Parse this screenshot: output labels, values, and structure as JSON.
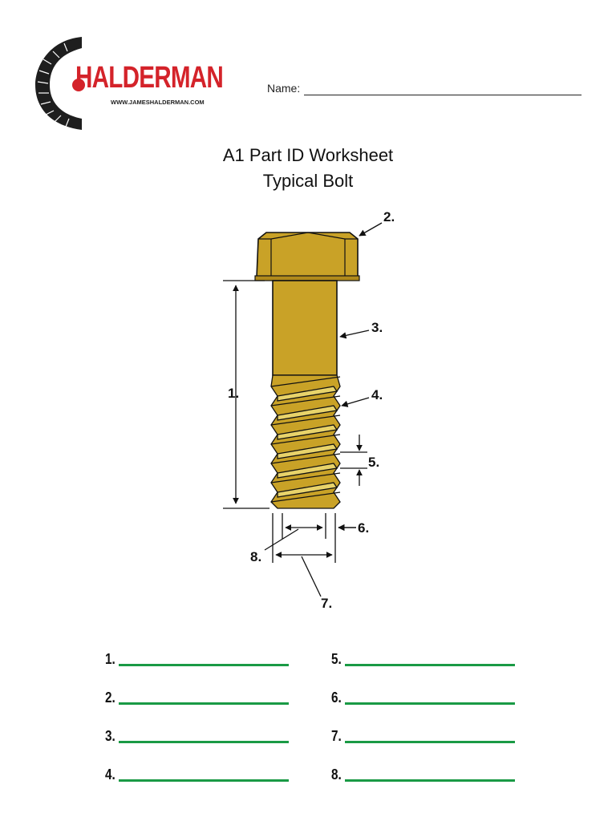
{
  "header": {
    "logo_text": "HALDERMAN",
    "logo_url": "WWW.JAMESHALDERMAN.COM",
    "name_label": "Name:"
  },
  "title": {
    "line1": "A1 Part ID Worksheet",
    "line2": "Typical Bolt"
  },
  "diagram": {
    "callouts": [
      "1.",
      "2.",
      "3.",
      "4.",
      "5.",
      "6.",
      "7.",
      "8."
    ]
  },
  "answers": {
    "left": [
      "1.",
      "2.",
      "3.",
      "4."
    ],
    "right": [
      "5.",
      "6.",
      "7.",
      "8."
    ]
  },
  "colors": {
    "brand_red": "#d4232a",
    "bolt_gold": "#c9a227",
    "answer_line_green": "#1a9a45"
  }
}
